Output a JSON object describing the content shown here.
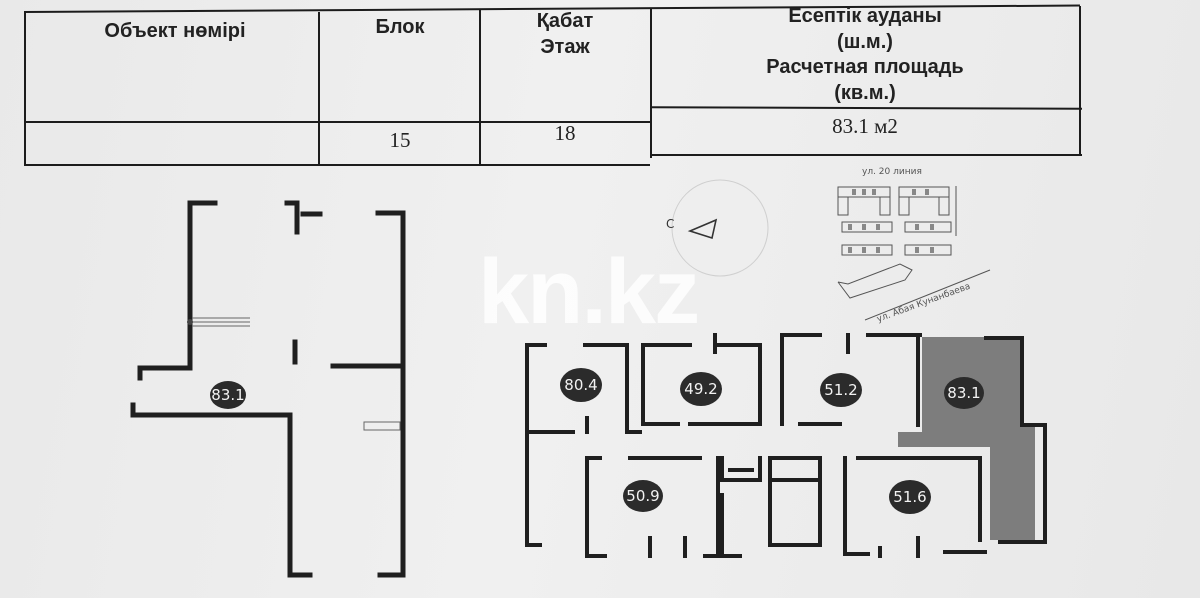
{
  "table": {
    "headers": {
      "object_name": "Объект нөмірі",
      "block": "Блок",
      "floor_kz": "Қабат",
      "floor_ru": "Этаж",
      "area_kz_line1": "Есептік ауданы",
      "area_kz_line2": "(ш.м.)",
      "area_ru_line1": "Расчетная площадь",
      "area_ru_line2": "(кв.м.)"
    },
    "row": {
      "object_name": "",
      "block": "15",
      "floor": "18",
      "area": "83.1 м2"
    }
  },
  "plan_left": {
    "area_badge": "83.1"
  },
  "plan_right": {
    "compass_label": "С",
    "street_top": "ул. 20 линия",
    "street_bottom": "ул. Абая Кунанбаева",
    "units": [
      "80.4",
      "49.2",
      "51.2",
      "83.1",
      "50.9",
      "51.6"
    ]
  },
  "watermark": "kn.kz",
  "colors": {
    "ink": "#1c1c1c",
    "badge": "#2b2b2b",
    "highlight": "#7a7a7a"
  }
}
